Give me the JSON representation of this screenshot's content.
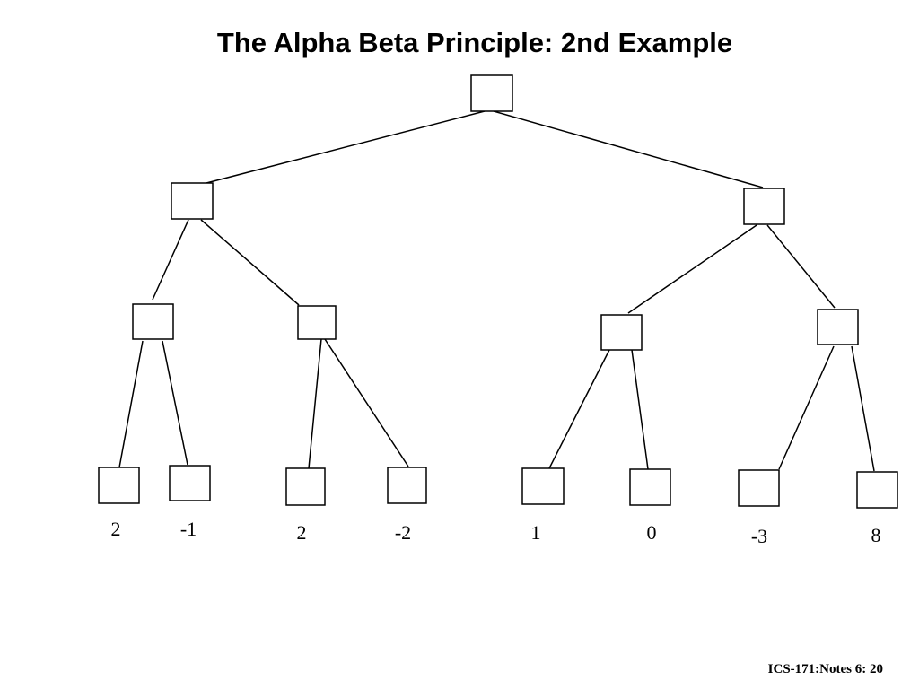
{
  "slide": {
    "title": "The Alpha Beta Principle: 2nd Example",
    "footer": "ICS-171:Notes 6: 20"
  },
  "tree": {
    "leaf_values": [
      "2",
      "-1",
      "2",
      "-2",
      "1",
      "0",
      "-3",
      "8"
    ]
  }
}
